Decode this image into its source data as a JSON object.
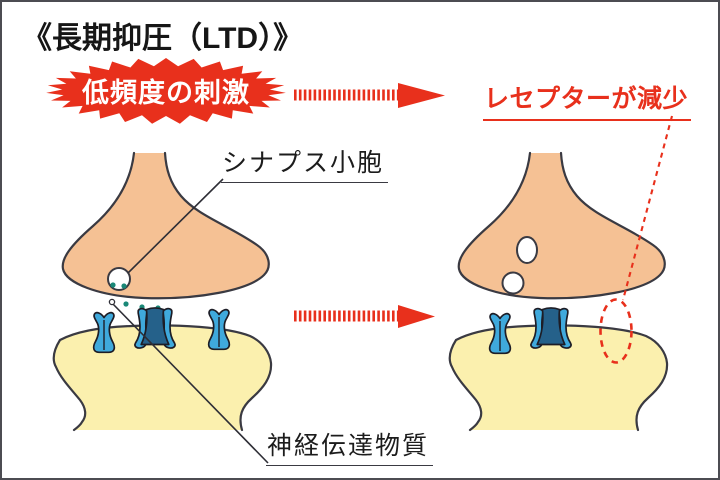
{
  "title": "《長期抑圧（LTD）》",
  "badge": {
    "label": "低頻度の刺激"
  },
  "annotation": {
    "label": "レセプターが減少"
  },
  "labels": {
    "vesicle": "シナプス小胞",
    "neurotransmitter": "神経伝達物質"
  },
  "colors": {
    "red": "#e8301c",
    "presynaptic_fill": "#f5c194",
    "postsynaptic_fill": "#fbf0ae",
    "outline": "#3a3a42",
    "receptor_light": "#3fa9dc",
    "receptor_dark": "#25618a",
    "transmitter_dot": "#1a8877",
    "text": "#161616"
  }
}
